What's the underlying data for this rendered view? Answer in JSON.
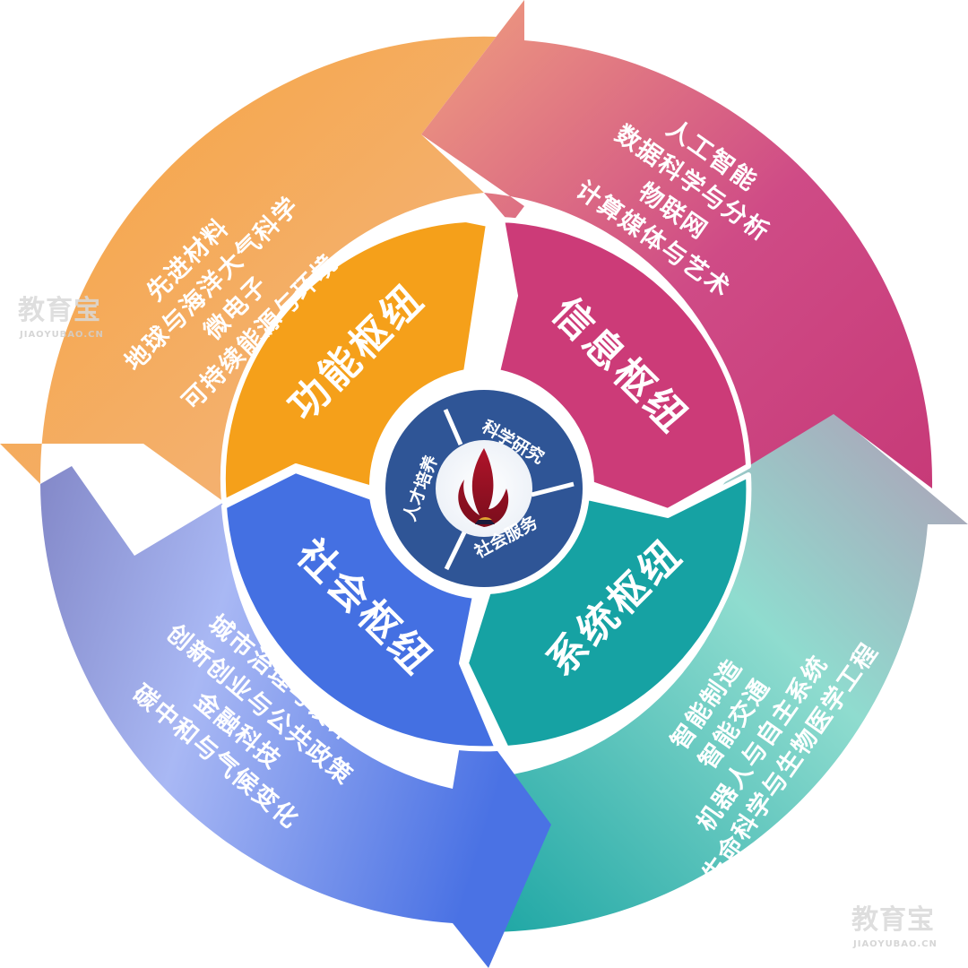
{
  "hubs": {
    "functional": "功能枢纽",
    "information": "信息枢纽",
    "system": "系统枢纽",
    "social": "社会枢纽"
  },
  "outer": {
    "functional": [
      "先进材料",
      "地球与海洋大气科学",
      "微电子",
      "可持续能源与环境"
    ],
    "information": [
      "人工智能",
      "数据科学与分析",
      "物联网",
      "计算媒体与艺术"
    ],
    "system": [
      "智能制造",
      "智能交通",
      "机器人与自主系统",
      "生命科学与生物医学工程"
    ],
    "social": [
      "城市治理与设计",
      "创新创业与公共政策",
      "金融科技",
      "碳中和与气候变化"
    ]
  },
  "core": {
    "research": "科学研究",
    "talent": "人才培养",
    "service": "社会服务",
    "logo_icon": "flame-logo-icon"
  },
  "watermark": {
    "brand": "教育宝",
    "domain": "JIAOYUBAO.CN"
  },
  "colors": {
    "orange": "#f5a01a",
    "magenta": "#cc3b78",
    "teal": "#1aa3a3",
    "blue": "#4470e2",
    "core_navy": "#2f5596"
  }
}
